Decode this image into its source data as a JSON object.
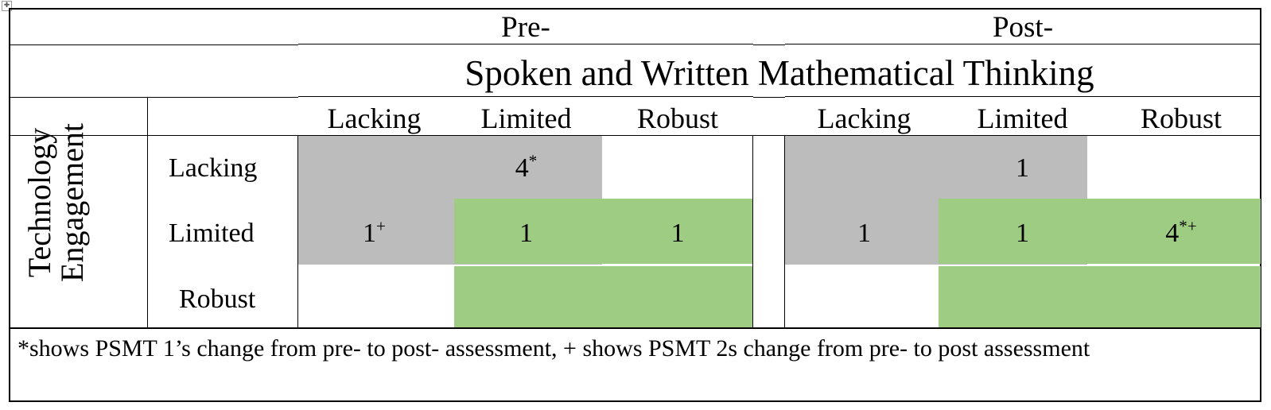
{
  "figure": {
    "row_axis_title_line1": "Technology",
    "row_axis_title_line2": "Engagement",
    "footnote": "*shows PSMT 1’s change from pre- to post- assessment, + shows PSMT 2s change from pre- to post assessment"
  },
  "colors": {
    "gray": "#bcbcbc",
    "green": "#9ecc82",
    "border": "#000000",
    "background": "#ffffff"
  },
  "chart_data": {
    "type": "table",
    "title": "Spoken and Written Mathematical Thinking",
    "subtitle": "",
    "xlabel": "Spoken and Written Mathematical Thinking",
    "ylabel": "Technology Engagement",
    "grid": true,
    "legend_position": "none",
    "panels": [
      {
        "name": "Pre-",
        "label": "Pre-",
        "columns": [
          "Lacking",
          "Limited",
          "Robust"
        ],
        "rows": [
          "Lacking",
          "Limited",
          "Robust"
        ],
        "cells": [
          [
            {
              "value": "",
              "sup": "",
              "fill": "gray"
            },
            {
              "value": "4",
              "sup": "*",
              "fill": "gray"
            },
            {
              "value": "",
              "sup": "",
              "fill": "none"
            }
          ],
          [
            {
              "value": "1",
              "sup": "+",
              "fill": "gray"
            },
            {
              "value": "1",
              "sup": "",
              "fill": "green"
            },
            {
              "value": "1",
              "sup": "",
              "fill": "green"
            }
          ],
          [
            {
              "value": "",
              "sup": "",
              "fill": "none"
            },
            {
              "value": "",
              "sup": "",
              "fill": "green"
            },
            {
              "value": "",
              "sup": "",
              "fill": "green"
            }
          ]
        ]
      },
      {
        "name": "Post-",
        "label": "Post-",
        "columns": [
          "Lacking",
          "Limited",
          "Robust"
        ],
        "rows": [
          "Lacking",
          "Limited",
          "Robust"
        ],
        "cells": [
          [
            {
              "value": "",
              "sup": "",
              "fill": "gray"
            },
            {
              "value": "1",
              "sup": "",
              "fill": "gray"
            },
            {
              "value": "",
              "sup": "",
              "fill": "none"
            }
          ],
          [
            {
              "value": "1",
              "sup": "",
              "fill": "gray"
            },
            {
              "value": "1",
              "sup": "",
              "fill": "green"
            },
            {
              "value": "4",
              "sup": "*+",
              "fill": "green"
            }
          ],
          [
            {
              "value": "",
              "sup": "",
              "fill": "none"
            },
            {
              "value": "",
              "sup": "",
              "fill": "green"
            },
            {
              "value": "",
              "sup": "",
              "fill": "green"
            }
          ]
        ]
      }
    ]
  }
}
